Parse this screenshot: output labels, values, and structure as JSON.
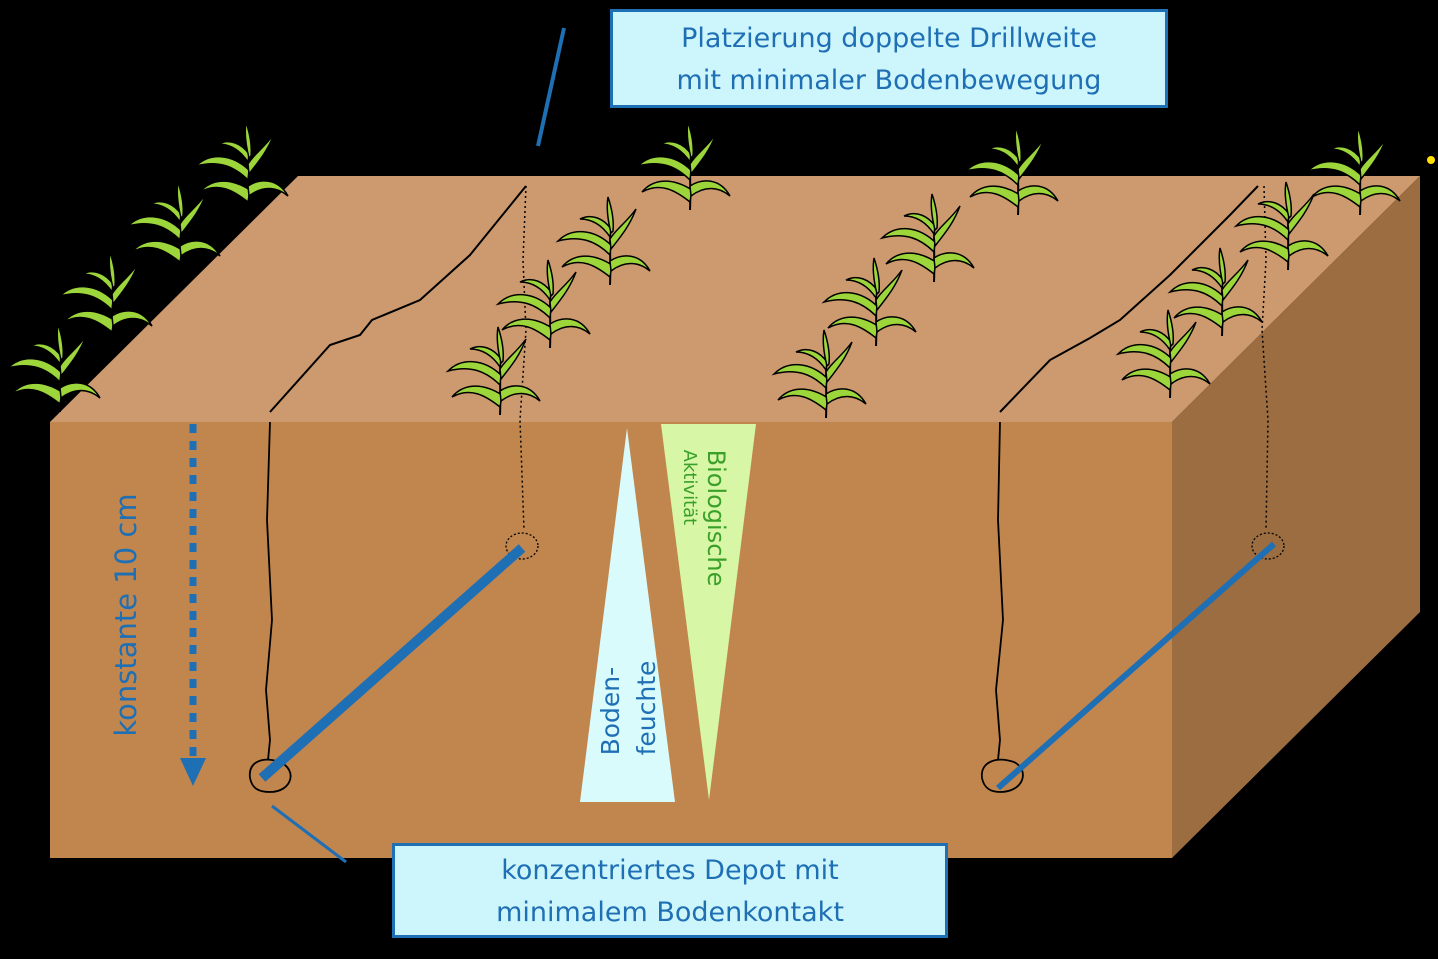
{
  "callouts": {
    "top": [
      "Platzierung doppelte Drillweite",
      "mit minimaler Bodenbewegung"
    ],
    "bottom": [
      "konzentriertes Depot mit",
      "minimalem Bodenkontakt"
    ]
  },
  "depth_label": "konstante 10 cm",
  "wedges": {
    "moisture": [
      "Boden-",
      "feuchte"
    ],
    "biology": [
      "Biologische",
      "Aktivität"
    ]
  },
  "colors": {
    "background": "#000000",
    "soil_top": "#cc9a6e",
    "soil_front": "#c0864e",
    "soil_side": "#9b6d40",
    "accent_blue": "#1f6fb5",
    "callout_fill": "#ccf6fb",
    "moisture_wedge": "#d9fbfb",
    "biology_wedge": "#d7f7a6",
    "biology_text": "#3aa02a",
    "plant_fill": "#9dd63a"
  }
}
